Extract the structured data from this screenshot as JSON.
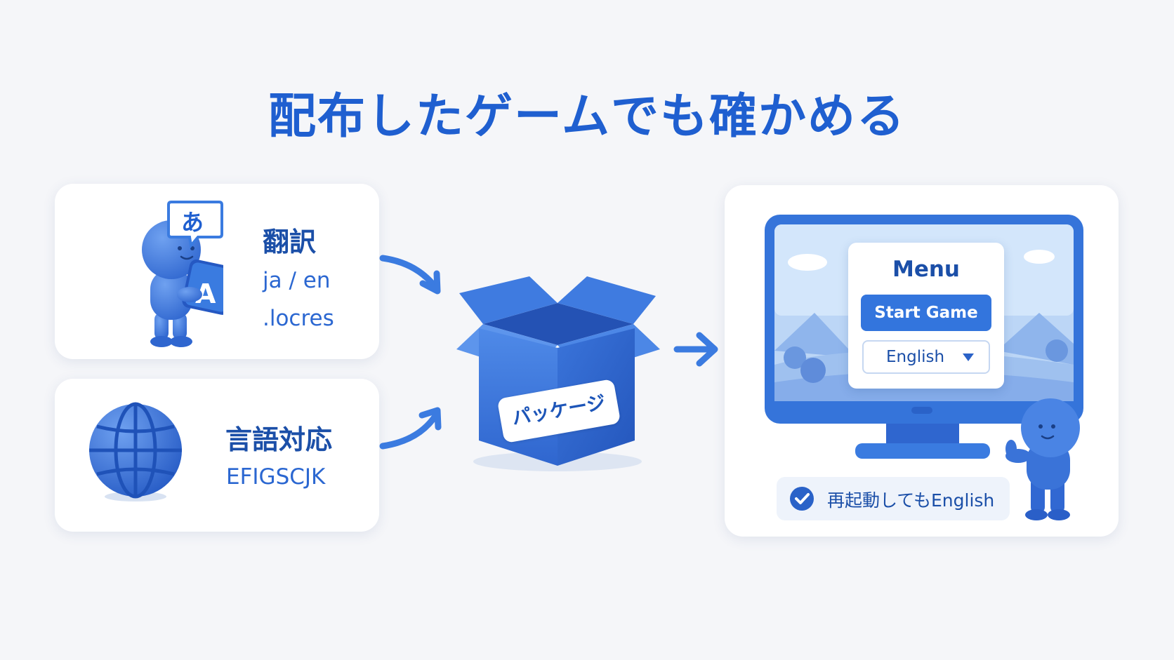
{
  "title": "配布したゲームでも確かめる",
  "translation_card": {
    "bubble_char": "あ",
    "tile_letter": "A",
    "heading": "翻訳",
    "line1": "ja / en",
    "line2": ".locres"
  },
  "language_card": {
    "heading": "言語対応",
    "codes": "EFIGSCJK"
  },
  "package": {
    "label": "パッケージ"
  },
  "game_screen": {
    "menu_title": "Menu",
    "start_button": "Start Game",
    "language_selected": "English",
    "persist_note": "再起動してもEnglish"
  },
  "icons": [
    "speech-bubble-icon",
    "letter-tile-icon",
    "globe-icon",
    "box-icon",
    "arrow-icon",
    "chevron-down-icon",
    "check-circle-icon"
  ],
  "colors": {
    "accent": "#1f5fd0",
    "primary_blue": "#3a7be0",
    "dark_blue": "#1b4fa8",
    "card_bg": "#ffffff",
    "page_bg": "#f5f6f9"
  }
}
